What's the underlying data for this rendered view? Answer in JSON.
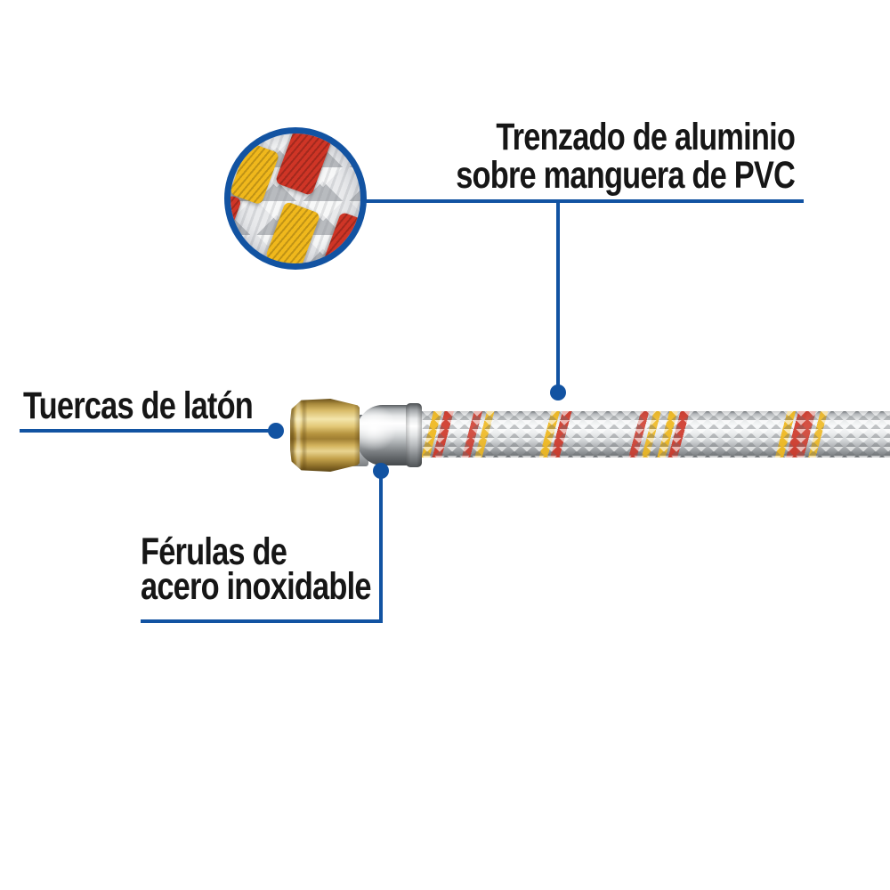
{
  "diagram": {
    "callouts": {
      "braid": {
        "lines": [
          "Trenzado de aluminio",
          "sobre manguera de PVC"
        ]
      },
      "nuts": {
        "lines": [
          "Tuercas de latón"
        ]
      },
      "ferrules": {
        "lines": [
          "Férulas de",
          "acero inoxidable"
        ]
      }
    },
    "colors": {
      "accent_blue": "#1253a2",
      "label_text": "#161616",
      "brass_nut": "#d8bb68",
      "steel_ferrule": "#d9dbdd",
      "braid_silver": "#e9ebec",
      "braid_red": "#cf3526",
      "braid_yellow": "#f0b81c"
    }
  }
}
